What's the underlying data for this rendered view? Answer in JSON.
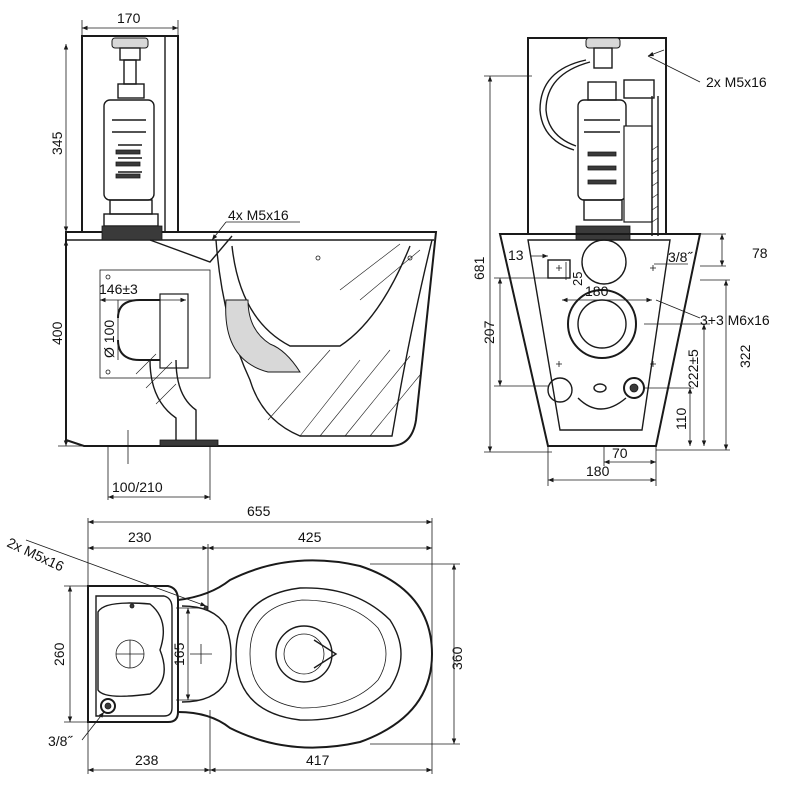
{
  "side_view": {
    "dim_width_top": "170",
    "dim_height_tank": "345",
    "dim_height_bowl": "400",
    "dim_outlet_offset": "146±3",
    "dim_outlet_diameter": "Ø 100",
    "dim_bottom": "100/210",
    "callout_screws": "4x M5x16"
  },
  "front_view": {
    "callout_top_screws": "2x M5x16",
    "dim_total_height": "681",
    "dim_13": "13",
    "dim_25": "25",
    "dim_thread": "3/8˝",
    "dim_78": "78",
    "dim_180_upper": "180",
    "callout_side_screws": "3+3 M6x16",
    "dim_207": "207",
    "dim_222": "222±5",
    "dim_322": "322",
    "dim_110": "110",
    "dim_70": "70",
    "dim_180_lower": "180"
  },
  "top_view": {
    "callout_screws": "2x M5x16",
    "dim_total_length": "655",
    "dim_230": "230",
    "dim_425": "425",
    "dim_260": "260",
    "dim_165": "165",
    "dim_360": "360",
    "dim_thread": "3/8˝",
    "dim_238": "238",
    "dim_417": "417"
  }
}
